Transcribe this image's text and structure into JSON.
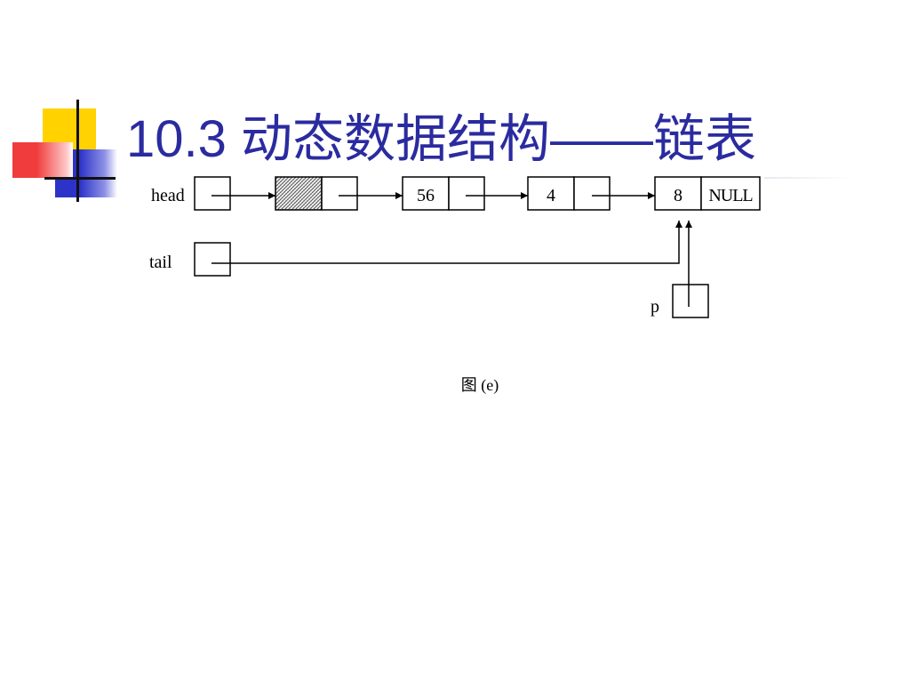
{
  "slide": {
    "title": "10.3 动态数据结构——链表",
    "caption": "图  (e)"
  },
  "diagram": {
    "pointer_labels": {
      "head": "head",
      "tail": "tail",
      "p": "p"
    },
    "nodes": [
      {
        "value": "",
        "next": "",
        "shaded": true
      },
      {
        "value": "56",
        "next": "",
        "shaded": false
      },
      {
        "value": "4",
        "next": "",
        "shaded": false
      },
      {
        "value": "8",
        "next": "NULL",
        "shaded": false
      }
    ]
  },
  "colors": {
    "title": "#2b2ba0",
    "deco_yellow": "#ffd200",
    "deco_blue": "#2d33c8",
    "deco_red": "#f03c3c"
  }
}
